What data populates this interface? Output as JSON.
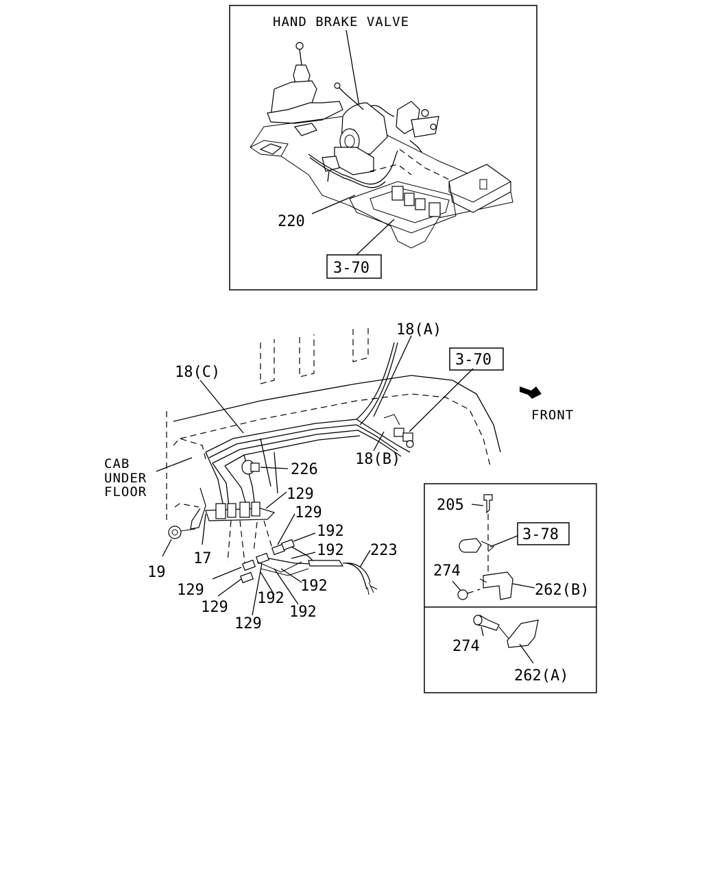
{
  "top_view": {
    "title": "HAND BRAKE VALVE",
    "callout_220": "220",
    "ref_3_70": "3-70"
  },
  "main_view": {
    "l_18A": "18(A)",
    "l_18B": "18(B)",
    "l_18C": "18(C)",
    "ref_3_70": "3-70",
    "front": "FRONT",
    "cab_line1": "CAB",
    "cab_line2": "UNDER",
    "cab_line3": "FLOOR",
    "l_226": "226",
    "l_129_a": "129",
    "l_129_b": "129",
    "l_129_c": "129",
    "l_129_d": "129",
    "l_129_e": "129",
    "l_192_a": "192",
    "l_192_b": "192",
    "l_192_c": "192",
    "l_192_d": "192",
    "l_192_e": "192",
    "l_223": "223",
    "l_17": "17",
    "l_19": "19"
  },
  "detail_b": {
    "l_205": "205",
    "ref_3_78": "3-78",
    "l_274": "274",
    "l_262B": "262(B)"
  },
  "detail_a": {
    "l_274": "274",
    "l_262A": "262(A)"
  }
}
